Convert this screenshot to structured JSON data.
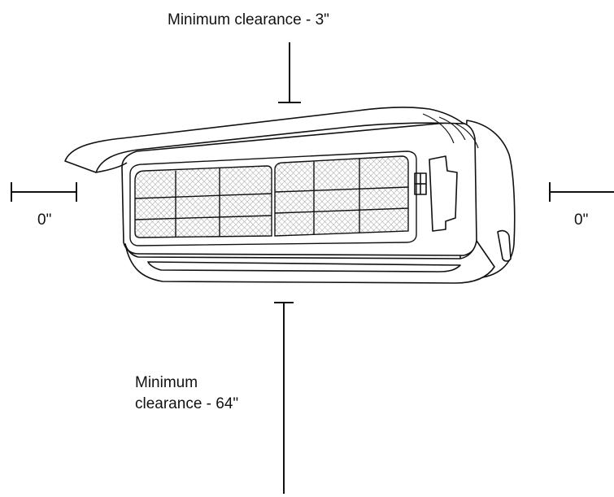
{
  "diagram": {
    "clearance_top": "Minimum clearance - 3\"",
    "clearance_left": "0\"",
    "clearance_right": "0\"",
    "clearance_bottom_line1": "Minimum",
    "clearance_bottom_line2": "clearance - 64\""
  },
  "colors": {
    "stroke": "#111111",
    "background": "#ffffff",
    "mesh": "#9a9a9a"
  }
}
